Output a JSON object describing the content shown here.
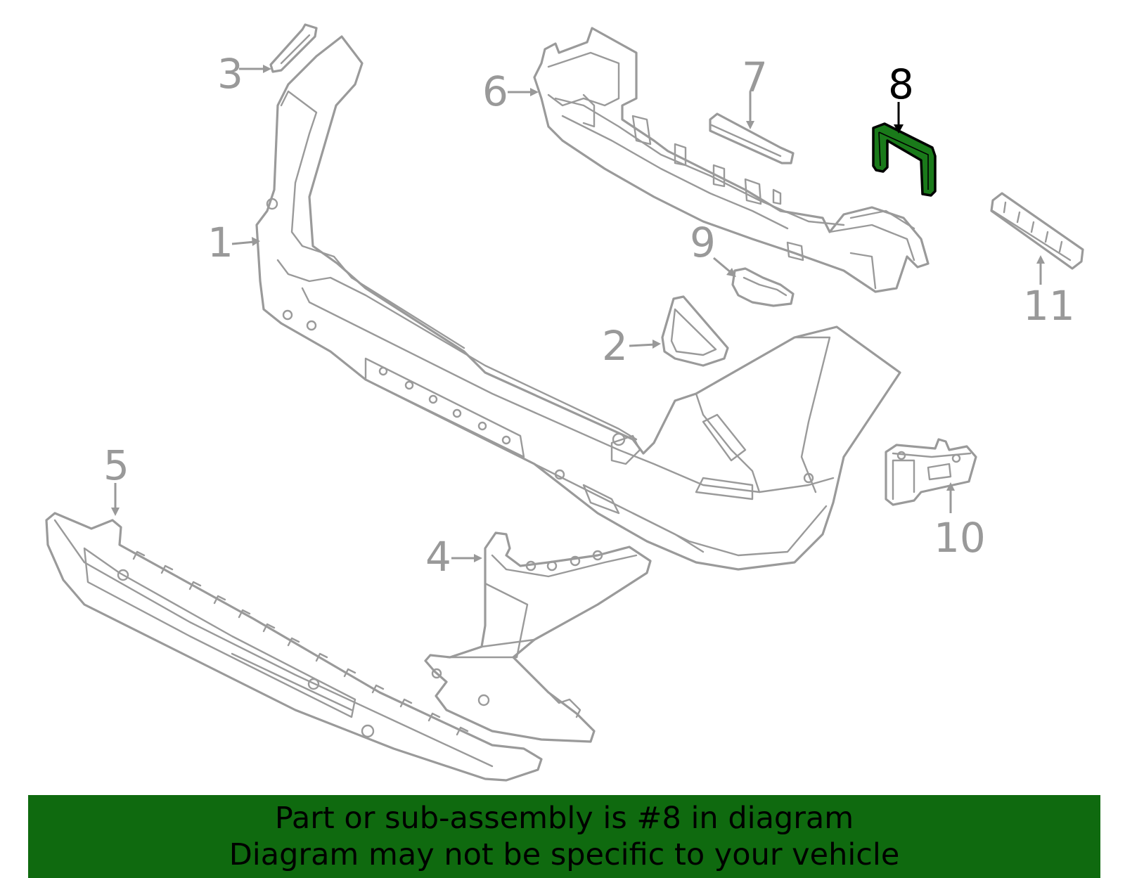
{
  "callouts": [
    {
      "id": "1",
      "label": "1",
      "highlighted": false
    },
    {
      "id": "2",
      "label": "2",
      "highlighted": false
    },
    {
      "id": "3",
      "label": "3",
      "highlighted": false
    },
    {
      "id": "4",
      "label": "4",
      "highlighted": false
    },
    {
      "id": "5",
      "label": "5",
      "highlighted": false
    },
    {
      "id": "6",
      "label": "6",
      "highlighted": false
    },
    {
      "id": "7",
      "label": "7",
      "highlighted": false
    },
    {
      "id": "8",
      "label": "8",
      "highlighted": true
    },
    {
      "id": "9",
      "label": "9",
      "highlighted": false
    },
    {
      "id": "10",
      "label": "10",
      "highlighted": false
    },
    {
      "id": "11",
      "label": "11",
      "highlighted": false
    }
  ],
  "banner": {
    "line1": "Part or sub-assembly is #8 in diagram",
    "line2": "Diagram may not be specific to your vehicle",
    "background": "#0f6a0f"
  },
  "colors": {
    "outline": "#9a9a9a",
    "highlight_fill": "#1a7a1a",
    "highlight_text": "#000000"
  }
}
